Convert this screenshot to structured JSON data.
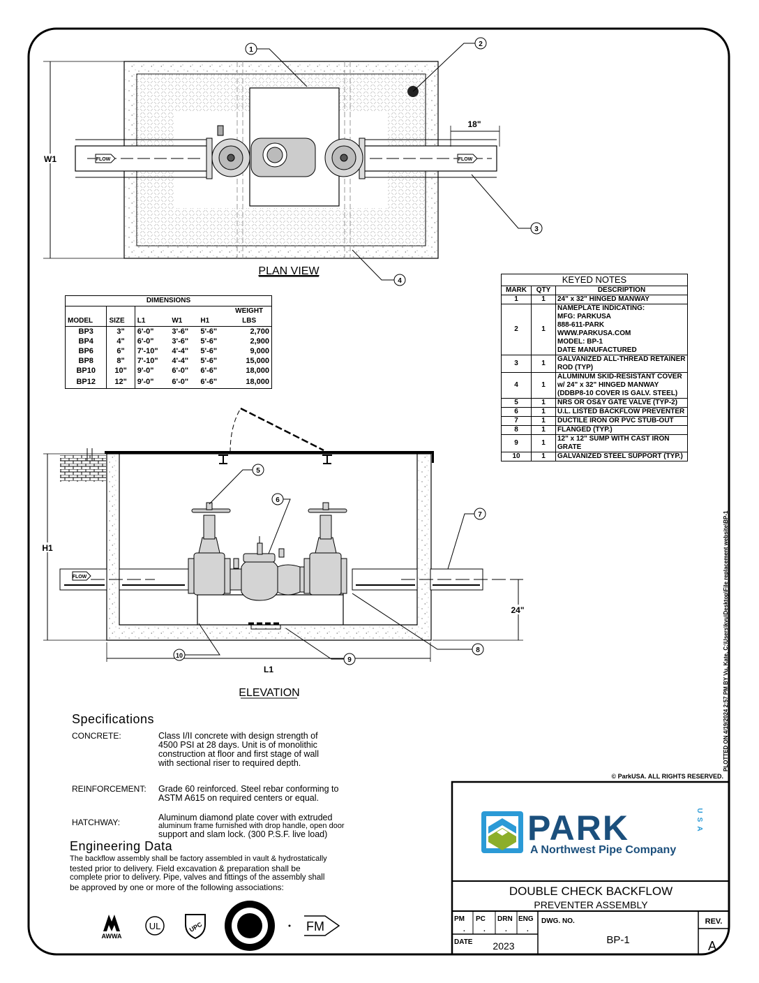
{
  "plan_view": {
    "title": "PLAN VIEW",
    "width_label": "W1",
    "offset_label": "18\"",
    "flow_label": "FLOW",
    "callouts": [
      "1",
      "2",
      "3",
      "4"
    ]
  },
  "elevation": {
    "title": "ELEVATION",
    "height_label": "H1",
    "length_label": "L1",
    "pipe_height_label": "24\"",
    "flow_label": "FLOW",
    "callouts": [
      "5",
      "6",
      "7",
      "8",
      "9",
      "10"
    ]
  },
  "dimensions": {
    "title": "DIMENSIONS",
    "headers": [
      "MODEL",
      "SIZE",
      "L1",
      "W1",
      "H1",
      "WEIGHT",
      "LBS"
    ],
    "rows": [
      [
        "BP3",
        "3\"",
        "6'-0\"",
        "3'-6\"",
        "5'-6\"",
        "2,700"
      ],
      [
        "BP4",
        "4\"",
        "6'-0\"",
        "3'-6\"",
        "5'-6\"",
        "2,900"
      ],
      [
        "BP6",
        "6\"",
        "7'-10\"",
        "4'-4\"",
        "5'-6\"",
        "9,000"
      ],
      [
        "BP8",
        "8\"",
        "7'-10\"",
        "4'-4\"",
        "5'-6\"",
        "15,000"
      ],
      [
        "BP10",
        "10\"",
        "9'-0\"",
        "6'-0\"",
        "6'-6\"",
        "18,000"
      ],
      [
        "BP12",
        "12\"",
        "9'-0\"",
        "6'-0\"",
        "6'-6\"",
        "18,000"
      ]
    ]
  },
  "keyed_notes": {
    "title": "KEYED NOTES",
    "headers": [
      "MARK",
      "QTY",
      "DESCRIPTION"
    ],
    "rows": [
      {
        "mark": "1",
        "qty": "1",
        "lines": [
          "24\" x 32\" HINGED MANWAY"
        ]
      },
      {
        "mark": "2",
        "qty": "1",
        "lines": [
          "NAMEPLATE INDICATING:",
          "MFG: PARKUSA",
          "888-611-PARK",
          "WWW.PARKUSA.COM",
          "MODEL: BP-1",
          "DATE MANUFACTURED"
        ]
      },
      {
        "mark": "3",
        "qty": "1",
        "lines": [
          "GALVANIZED ALL-THREAD RETAINER",
          "ROD (TYP)"
        ]
      },
      {
        "mark": "4",
        "qty": "1",
        "lines": [
          "ALUMINUM SKID-RESISTANT COVER",
          "w/ 24\" x 32\" HINGED MANWAY",
          "(DDBP8-10 COVER IS GALV. STEEL)"
        ]
      },
      {
        "mark": "5",
        "qty": "1",
        "lines": [
          "NRS OR OS&Y GATE VALVE (TYP-2)"
        ]
      },
      {
        "mark": "6",
        "qty": "1",
        "lines": [
          "U.L. LISTED BACKFLOW PREVENTER"
        ]
      },
      {
        "mark": "7",
        "qty": "1",
        "lines": [
          "DUCTILE IRON OR PVC STUB-OUT"
        ]
      },
      {
        "mark": "8",
        "qty": "1",
        "lines": [
          "FLANGED (TYP.)"
        ]
      },
      {
        "mark": "9",
        "qty": "1",
        "lines": [
          "12\" x 12\" SUMP WITH CAST IRON",
          "GRATE"
        ]
      },
      {
        "mark": "10",
        "qty": "1",
        "lines": [
          "GALVANIZED STEEL SUPPORT (TYP.)"
        ]
      }
    ]
  },
  "specifications": {
    "title": "Specifications",
    "items": [
      {
        "label": "CONCRETE:",
        "lines": [
          "Class I/II concrete with design strength of",
          "4500 PSI at 28 days.  Unit is of monolithic",
          "construction at floor and first stage of wall",
          "with sectional riser to required depth."
        ]
      },
      {
        "label": "REINFORCEMENT:",
        "lines": [
          "Grade 60 reinforced.  Steel rebar conforming to",
          "ASTM A615 on required centers or equal."
        ]
      },
      {
        "label": "HATCHWAY:",
        "lines": [
          "Aluminum diamond plate cover with extruded",
          "aluminum frame furnished with drop handle, open door",
          "support and slam lock. (300 P.S.F. live load)"
        ]
      }
    ]
  },
  "engineering_data": {
    "title": "Engineering Data",
    "lines": [
      "The backflow assembly shall be factory assembled in vault & hydrostatically",
      "tested prior to delivery.  Field excavation & preparation shall be",
      "complete prior to delivery.  Pipe, valves and fittings of the assembly shall",
      "be approved by one or more of the following associations:"
    ]
  },
  "associations": {
    "awwa": "AWWA",
    "ul": "UL",
    "upc": "UPC",
    "fm": "FM"
  },
  "copyright": "© ParkUSA. ALL RIGHTS RESERVED.",
  "plot_stamp": "PLOTTED ON 4/19/2024 2:57 PM BY Vu, Kate, C:\\Users\\kvu\\Desktop\\File replacement website\\BP-1",
  "title_block": {
    "logo": {
      "word": "PARK",
      "usa": "USA",
      "tagline": "A Northwest Pipe Company"
    },
    "title_line1": "DOUBLE CHECK BACKFLOW",
    "title_line2": "PREVENTER ASSEMBLY",
    "pm_label": "PM",
    "pm_value": ".",
    "pc_label": "PC",
    "pc_value": ".",
    "drn_label": "DRN",
    "drn_value": ".",
    "eng_label": "ENG",
    "eng_value": ".",
    "date_label": "DATE",
    "date_value": "2023",
    "dwg_label": "DWG. NO.",
    "dwg_value": "BP-1",
    "rev_label": "REV.",
    "rev_value": "A"
  },
  "colors": {
    "logo_blue": "#1b4f7c",
    "logo_light_blue": "#2b9ad6",
    "logo_green": "#8cae2a"
  }
}
